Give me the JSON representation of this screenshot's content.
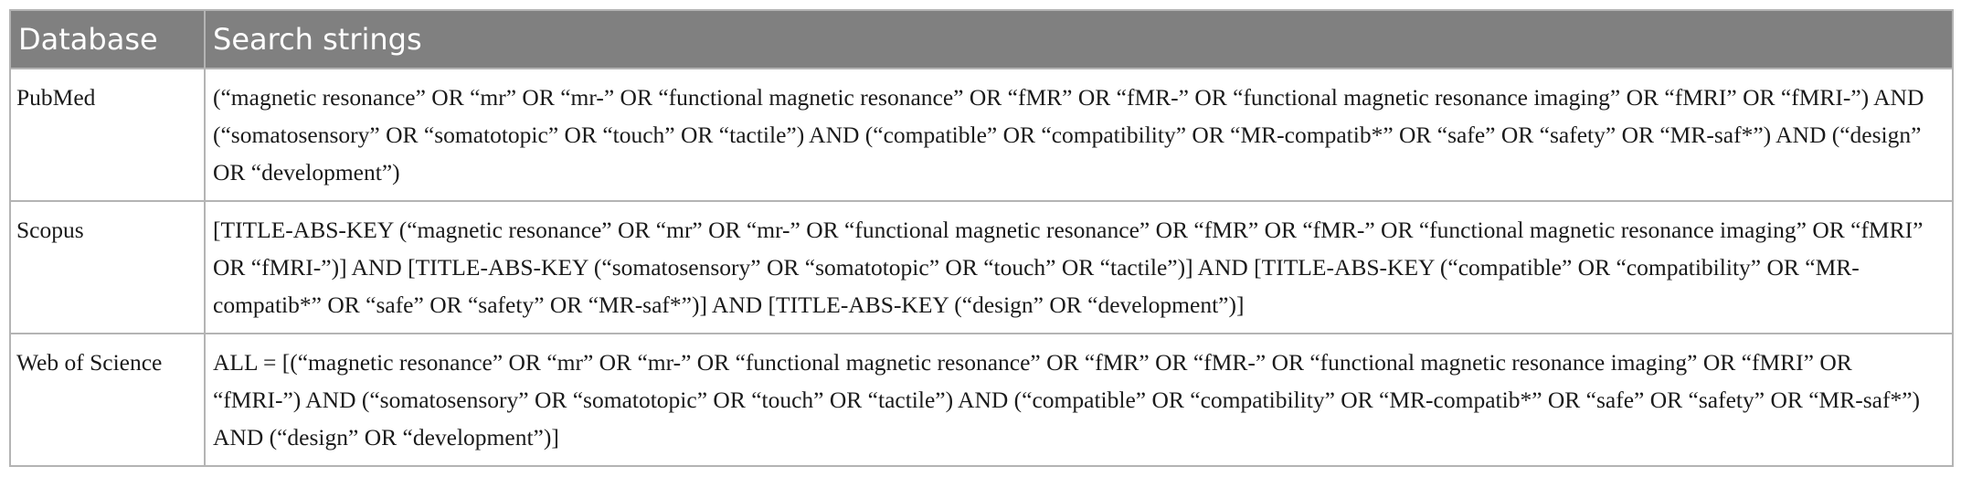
{
  "table": {
    "headers": [
      "Database",
      "Search strings"
    ],
    "rows": [
      {
        "database": "PubMed",
        "search_string": "(“magnetic resonance” OR “mr” OR “mr-” OR “functional magnetic resonance” OR “fMR” OR “fMR-” OR “functional magnetic resonance imaging” OR “fMRI” OR “fMRI-”) AND (“somatosensory” OR “somatotopic” OR “touch” OR “tactile”) AND (“compatible” OR “compatibility” OR “MR-compatib*” OR “safe” OR “safety” OR “MR-saf*”) AND (“design” OR “development”)"
      },
      {
        "database": "Scopus",
        "search_string": "[TITLE-ABS-KEY (“magnetic resonance” OR “mr” OR “mr-” OR “functional magnetic resonance” OR “fMR” OR “fMR-” OR “functional magnetic resonance imaging” OR “fMRI” OR “fMRI-”)] AND [TITLE-ABS-KEY (“somatosensory” OR “somatotopic” OR “touch” OR “tactile”)] AND [TITLE-ABS-KEY (“compatible” OR “compatibility” OR “MR-compatib*” OR “safe” OR “safety” OR “MR-saf*”)] AND [TITLE-ABS-KEY (“design” OR “development”)]"
      },
      {
        "database": "Web of Science",
        "search_string": "ALL = [(“magnetic resonance” OR “mr” OR “mr-” OR “functional magnetic resonance” OR “fMR” OR “fMR-” OR “functional magnetic resonance imaging” OR “fMRI” OR “fMRI-”) AND (“somatosensory” OR “somatotopic” OR “touch” OR “tactile”) AND (“compatible” OR “compatibility” OR “MR-compatib*” OR “safe” OR “safety” OR “MR-saf*”) AND (“design” OR “development”)]"
      }
    ]
  },
  "colors": {
    "header_bg": "#808080",
    "header_text": "#ffffff",
    "border": "#b4b4b4",
    "body_text": "#1a1a1a"
  }
}
